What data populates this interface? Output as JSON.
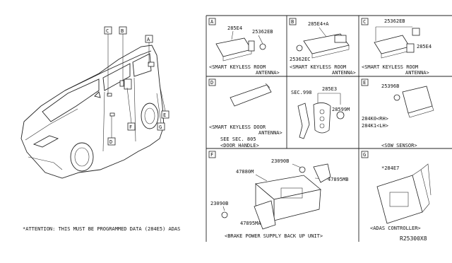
{
  "callouts": {
    "a": "A",
    "b": "B",
    "c": "C",
    "d": "D",
    "e": "E",
    "f": "F",
    "g": "G"
  },
  "panel_a": {
    "letter": "A",
    "part1": "285E4",
    "part2": "25362EB",
    "caption_l1": "<SMART KEYLESS ROOM",
    "caption_l2": "ANTENNA>"
  },
  "panel_b": {
    "letter": "B",
    "part1": "285E4+A",
    "part2": "25362EC",
    "caption_l1": "<SMART KEYLESS ROOM",
    "caption_l2": "ANTENNA>"
  },
  "panel_c": {
    "letter": "C",
    "part1": "25362EB",
    "part2": "285E4",
    "caption_l1": "<SMART KEYLESS ROOM",
    "caption_l2": "ANTENNA>"
  },
  "panel_d": {
    "letter": "D",
    "caption_l1": "<SMART KEYLESS DOOR",
    "caption_l2": "ANTENNA>",
    "see_l1": "SEE SEC. 805",
    "see_l2": "<DOOR HANDLE>"
  },
  "panel_key": {
    "sec": "SEC.998",
    "part1": "285E3",
    "part2": "28599M"
  },
  "panel_e": {
    "letter": "E",
    "part1": "25396B",
    "part2": "284K0<RH>",
    "part3": "284K1<LH>",
    "caption": "<SOW SENSOR>"
  },
  "panel_f": {
    "letter": "F",
    "part1": "23090B",
    "part2": "47880M",
    "part3": "47895MB",
    "part4": "23090B",
    "part5": "47895MA",
    "caption": "<BRAKE POWER SUPPLY BACK UP UNIT>"
  },
  "panel_g": {
    "letter": "G",
    "part1": "*284E7",
    "caption": "<ADAS CONTROLLER>"
  },
  "attention": "*ATTENTION: THIS MUST BE PROGRAMMED DATA (284E5) ADAS",
  "diagram_code": "R25300X8"
}
